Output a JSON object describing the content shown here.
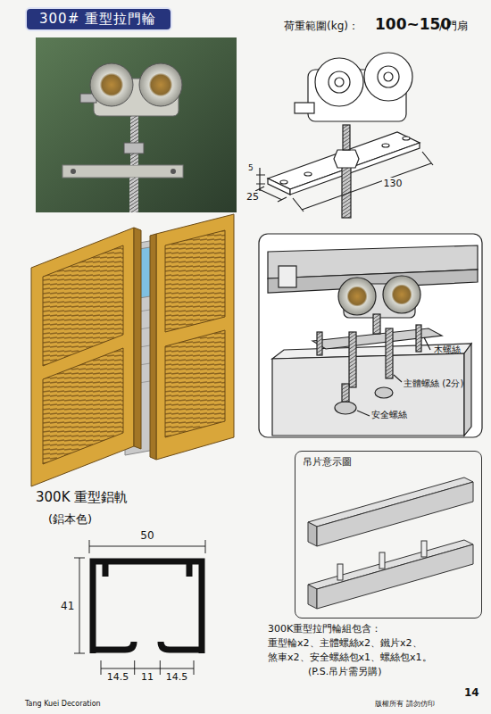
{
  "diagram": {
    "nodes": [
      {
        "text": [
          "300# 重型拉門輪"
        ]
      },
      {
        "text": [
          "吊片意示圖"
        ]
      }
    ],
    "labels": [
      "荷重範圍(kg)：",
      "100~150",
      "/ 門扇",
      "5",
      "130",
      "25",
      "木螺絲",
      "主體螺絲 (2分)",
      "安全螺絲",
      "300K 重型鋁軌",
      "(鋁本色)",
      "50",
      "41",
      "14.5",
      "11",
      "14.5",
      "300K重型拉門輪組包含：",
      "重型輪x2、主體螺絲x2、鐵片x2、",
      "煞車x2、安全螺絲包x1、螺絲包x1。",
      "(P.S.吊片需另購)",
      "Tang Kuei Decoration",
      "版權所有 請勿仿印",
      "14"
    ]
  }
}
